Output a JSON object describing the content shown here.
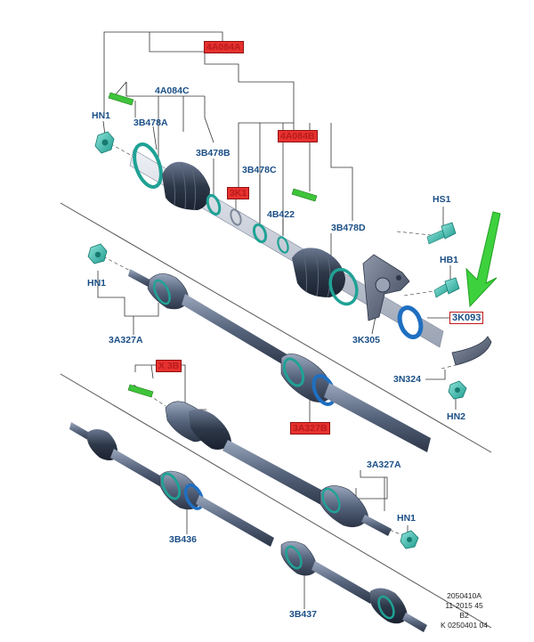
{
  "labels": {
    "l_4a084": "4A084A",
    "l_4a084c": "4A084C",
    "l_hn1_a": "HN1",
    "l_3b478a": "3B478A",
    "l_3b478b": "3B478B",
    "l_4a084b": "4A084B",
    "l_3k1": "3K1",
    "l_3b478c": "3B478C",
    "l_4b422": "4B422",
    "l_3b478d": "3B478D",
    "l_hs1": "HS1",
    "l_hb1": "HB1",
    "l_3k093": "3K093",
    "l_3k305": "3K305",
    "l_hn1_b": "HN1",
    "l_3a327a_1": "3A327A",
    "l_3n324": "3N324",
    "l_hn2": "HN2",
    "l_x3b": "X 3B",
    "l_3a327b": "3A327B",
    "l_3a327a_2": "3A327A",
    "l_hn1_c": "HN1",
    "l_3b436": "3B436",
    "l_3b437": "3B437"
  },
  "footer": {
    "line1": "2050410A",
    "line2": "11-2015 45",
    "line3": "B2",
    "line4": "K 0250401 04"
  },
  "colors": {
    "seal": "#1fa295",
    "bolt": "#3cc0b4",
    "shaft": "#5b6a82",
    "boot": "#2d3848",
    "bearing": "#1f6fc1",
    "highlight": "#e8312f",
    "arrow": "#3ed13e",
    "label": "#1a4e86"
  }
}
